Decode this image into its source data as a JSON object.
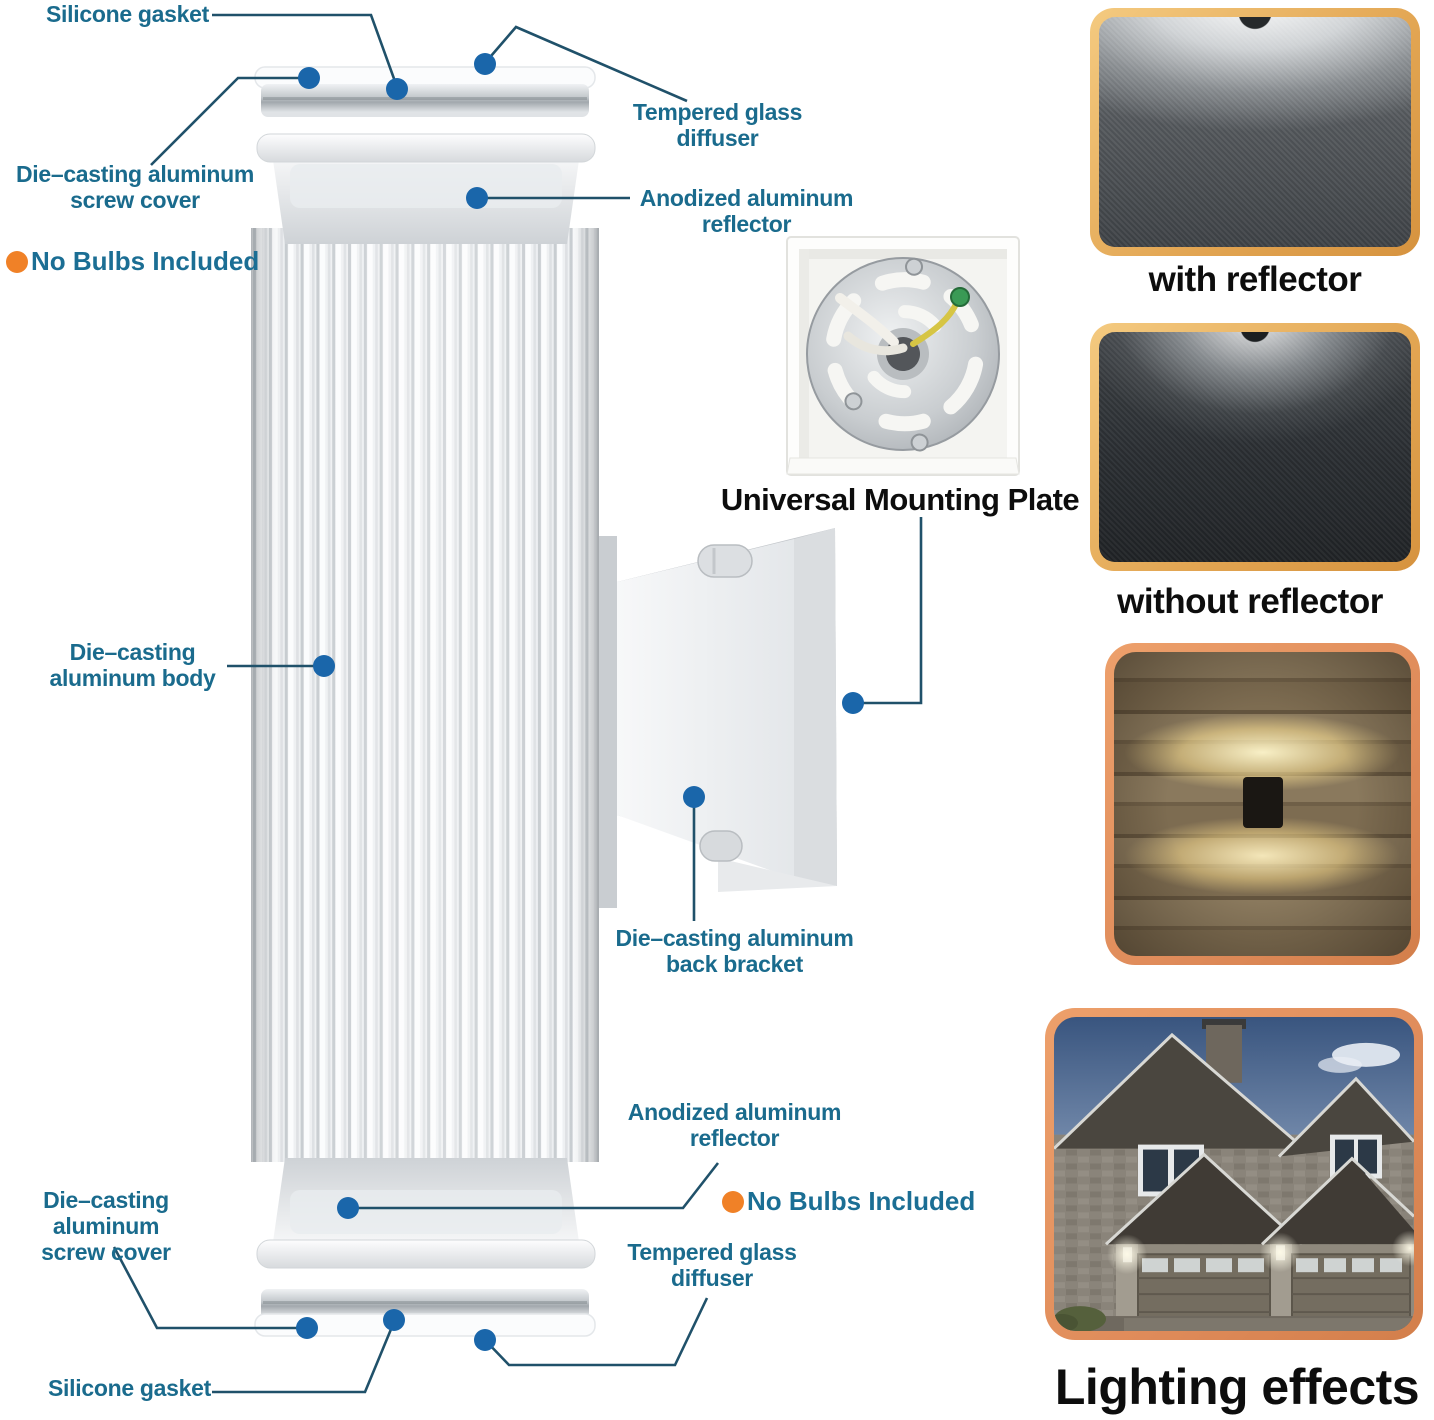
{
  "diagram": {
    "labels": {
      "silicone_top": "Silicone gasket",
      "screw_cover_top": "Die–casting aluminum\nscrew cover",
      "no_bulbs_top": "No Bulbs Included",
      "tempered_top": "Tempered glass\ndiffuser",
      "anodized_top": "Anodized aluminum\nreflector",
      "body": "Die–casting\naluminum body",
      "mounting_plate": "Universal Mounting Plate",
      "back_bracket": "Die–casting aluminum\nback bracket",
      "anodized_bottom": "Anodized aluminum\nreflector",
      "no_bulbs_bottom": "No Bulbs Included",
      "screw_cover_bottom": "Die–casting aluminum\nscrew cover",
      "tempered_bottom": "Tempered glass\ndiffuser",
      "silicone_bottom": "Silicone gasket"
    }
  },
  "effects": {
    "with_reflector": "with reflector",
    "without_reflector": "without reflector",
    "lighting_caption": "Lighting effects"
  },
  "icons": {
    "leader_dot": "blue-callout-dot",
    "no_bulbs_bullet": "orange-bullet"
  },
  "colors": {
    "label_teal": "#1a6b8d",
    "leader_line": "#20516a",
    "dot_blue": "#1a66aa",
    "bullet_orange": "#f08127",
    "caption_black": "#0d0d0d",
    "frame_gold": "#e9b469",
    "frame_orange": "#df8b5a",
    "background": "#ffffff"
  }
}
